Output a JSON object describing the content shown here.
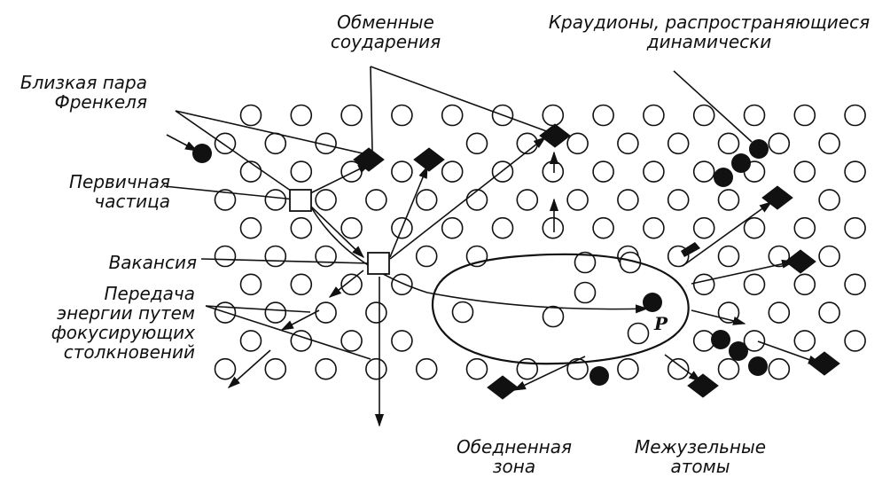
{
  "labels": {
    "close_frenkel_pair_1": "Близкая пара",
    "close_frenkel_pair_2": "Френкеля",
    "exchange_collisions_1": "Обменные",
    "exchange_collisions_2": "соударения",
    "crowdions_1": "Краудионы, распространяющиеся",
    "crowdions_2": "динамически",
    "primary_particle_1": "Первичная",
    "primary_particle_2": "частица",
    "vacancy": "Вакансия",
    "focusing_1": "Передача",
    "focusing_2": "энергии путем",
    "focusing_3": "фокусирующих",
    "focusing_4": "столкновений",
    "depleted_zone_1": "Обедненная",
    "depleted_zone_2": "зона",
    "interstitials_1": "Межузельные",
    "interstitials_2": "атомы",
    "point_p": "P"
  }
}
